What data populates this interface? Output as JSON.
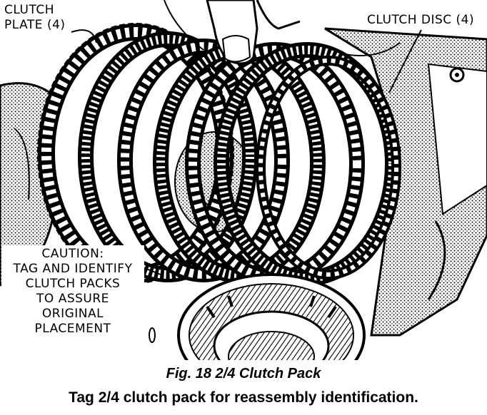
{
  "callouts": {
    "clutch_plate": [
      "CLUTCH",
      "PLATE (4)"
    ],
    "clutch_disc": "CLUTCH DISC (4)",
    "caution": [
      "CAUTION:",
      "TAG AND IDENTIFY",
      "CLUTCH PACKS",
      "TO ASSURE",
      "ORIGINAL",
      "PLACEMENT"
    ]
  },
  "caption": {
    "figure": "Fig. 18 2/4 Clutch Pack",
    "description": "Tag 2/4 clutch pack for reassembly identification."
  },
  "colors": {
    "ink": "#000000",
    "paper": "#ffffff",
    "shade": "#9a9a9a"
  }
}
